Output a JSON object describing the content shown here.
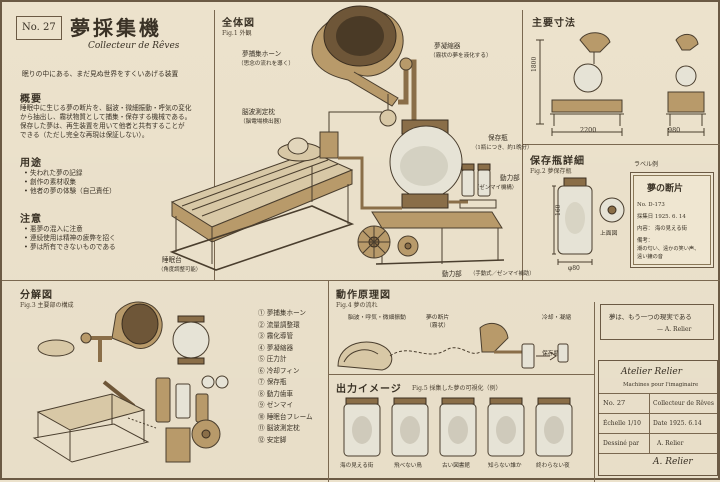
{
  "header": {
    "number": "No. 27",
    "title_jp": "夢採集機",
    "title_fr": "Collecteur de Rêves",
    "tagline": "眠りの中にある、まだ見ぬ世界をすくいあげる装置"
  },
  "overview": {
    "heading": "概要",
    "lines": [
      "睡眠中に生じる夢の断片を、脳波・微細振動・呼気の変化",
      "から抽出し、霧状物質として捕集・保存する機械である。",
      "保存した夢は、再生装置を用いて他者と共有することが",
      "できる（ただし完全な再現は保証しない）。"
    ]
  },
  "uses": {
    "heading": "用途",
    "items": [
      "失われた夢の記録",
      "創作の素材収集",
      "他者の夢の体験（自己責任）"
    ]
  },
  "cautions": {
    "heading": "注意",
    "items": [
      "悪夢の混入に注意",
      "連続使用は精神の疲弊を招く",
      "夢は所有できないものである"
    ]
  },
  "main_figure": {
    "heading": "全体図",
    "caption": "Fig.1 外観",
    "labels": {
      "horn": "夢捕集ホーン",
      "horn_sub": "（思念の流れを導く）",
      "condenser": "夢凝縮器",
      "condenser_sub": "（霧状の夢を液化する）",
      "sensor": "脳波測定枕",
      "sensor_sub": "（脳電場検出器）",
      "bottle": "保存瓶",
      "bottle_sub": "（1瓶につき、約1晩分）",
      "power": "動力部",
      "power_sub": "（ゼンマイ機構）",
      "bed": "睡眠台",
      "bed_sub": "（角度調整可能）",
      "drive": "動力部",
      "drive_sub": "（手動式／ゼンマイ補助）"
    }
  },
  "dimensions": {
    "heading": "主要寸法",
    "height": "1800",
    "width": "2200",
    "depth": "980"
  },
  "bottle_detail": {
    "heading": "保存瓶詳細",
    "caption": "Fig.2 夢保存瓶",
    "height": "160",
    "diameter": "φ80",
    "top_label": "上面図",
    "label_title": "ラベル例",
    "card_title": "夢の断片",
    "card_rows": [
      "No. D-173",
      "採集日 1925. 6. 14",
      "内容： 海の見える街",
      "備考：",
      "潮の匂い、遠かの笑い声、",
      "遠い鐘の音"
    ]
  },
  "exploded": {
    "heading": "分解図",
    "caption": "Fig.3 主要部の構成",
    "parts": [
      "① 夢捕集ホーン",
      "② 流量調整環",
      "③ 霧化導管",
      "④ 夢凝縮器",
      "⑤ 圧力計",
      "⑥ 冷却フィン",
      "⑦ 保存瓶",
      "⑧ 動力歯車",
      "⑨ ゼンマイ",
      "⑩ 睡眠台フレーム",
      "⑪ 脳波測定枕",
      "⑫ 安定脚"
    ]
  },
  "principle": {
    "heading": "動作原理図",
    "caption": "Fig.4 夢の流れ",
    "steps": [
      "脳波・呼気・微細振動",
      "夢の断片\n（霧状）",
      "冷却・凝縮",
      "保存瓶へ"
    ]
  },
  "quote": {
    "text": "夢は、もう一つの現実である",
    "author": "— A. Relier"
  },
  "output": {
    "heading": "出力イメージ",
    "caption": "Fig.5 採集した夢の可視化（例）",
    "jars": [
      "海の見える街",
      "飛べない鳥",
      "古い図書館",
      "知らない誰か",
      "終わらない夜"
    ]
  },
  "titleblock": {
    "name": "Atelier Relier",
    "sub": "Machines pour l'imaginaire",
    "no": "No. 27",
    "item": "Collecteur de Rêves",
    "scale": "Échelle 1/10",
    "date": "Date 1925. 6.14",
    "drawn_label": "Dessiné par",
    "drawn_by": "A. Relier",
    "signature": "A. Relier"
  },
  "colors": {
    "paper": "#ece2cc",
    "ink": "#3a3226",
    "brass": "#b89a6a"
  }
}
